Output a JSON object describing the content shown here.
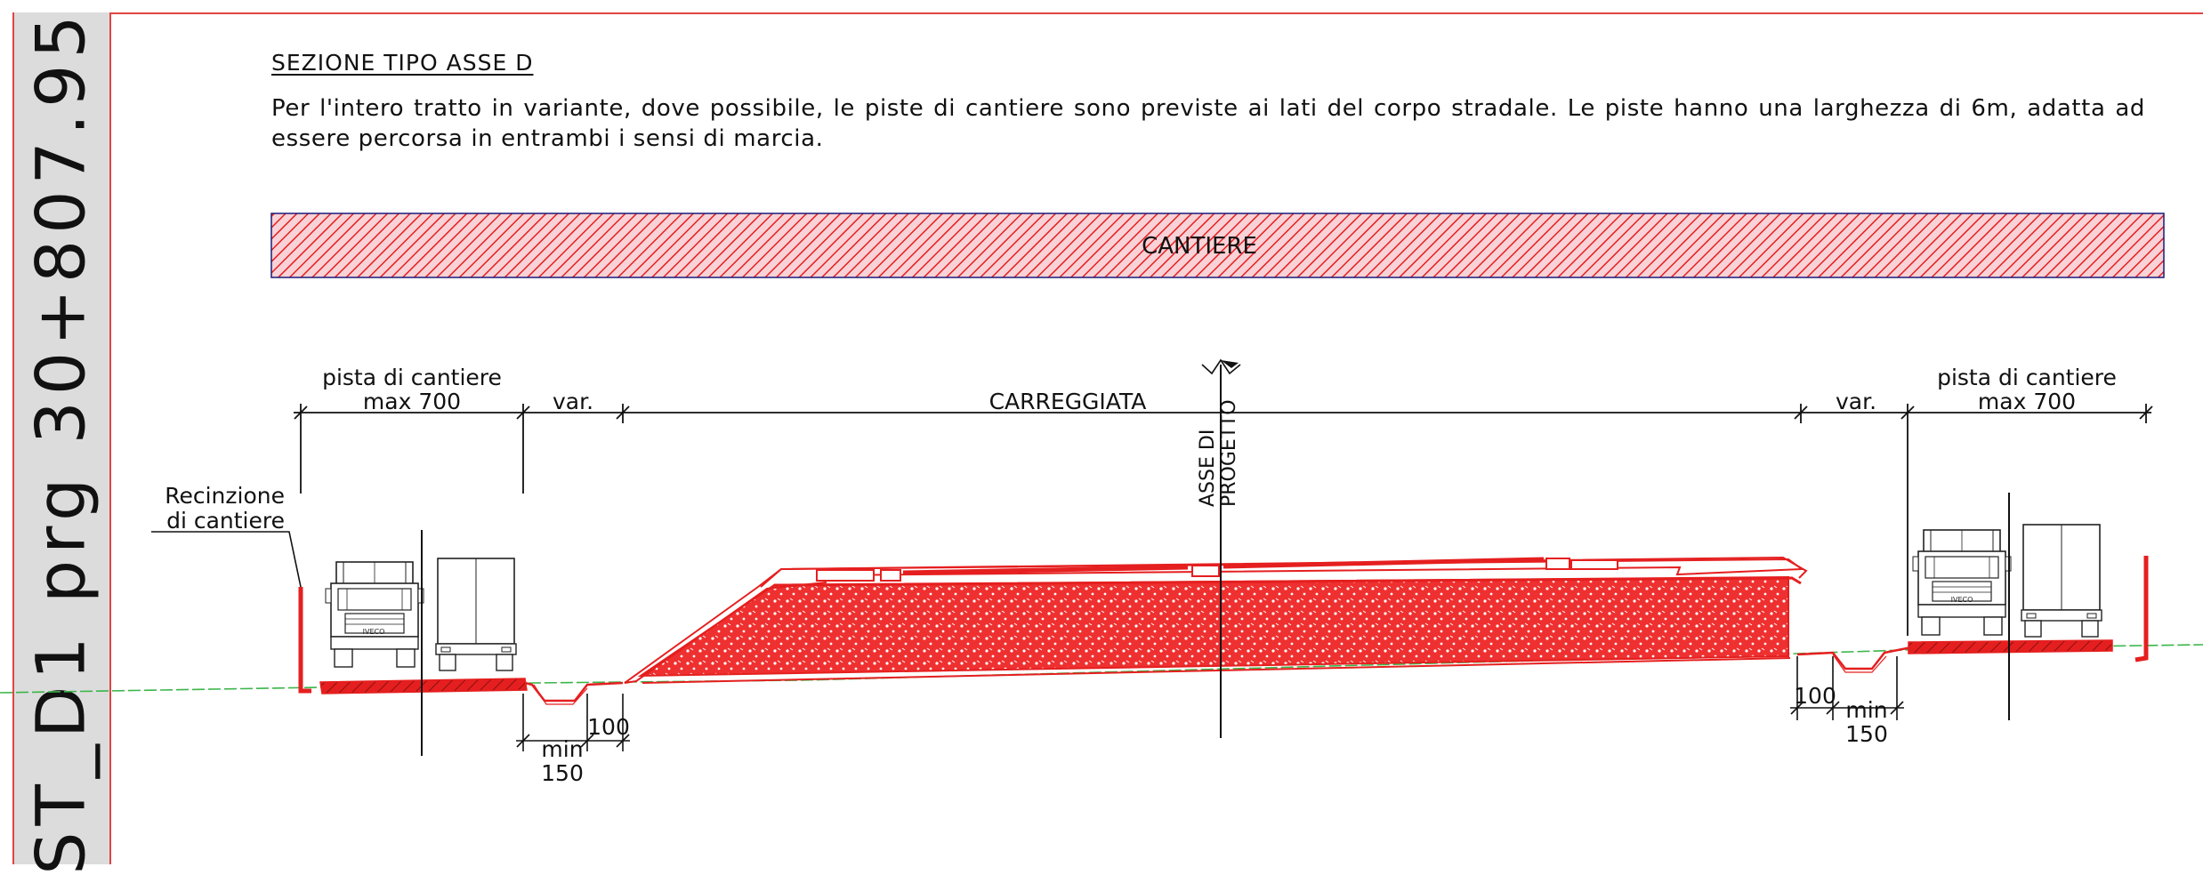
{
  "side_label": "ST_D1 prg 30+807.95",
  "section_title": "SEZIONE TIPO ASSE D",
  "description": "Per l'intero tratto in variante, dove possibile, le piste di cantiere sono previste ai lati del corpo stradale. Le piste hanno una larghezza di 6m, adatta ad essere percorsa in entrambi i sensi di marcia.",
  "banner_label": "CANTIERE",
  "fence_label_line1": "Recinzione",
  "fence_label_line2": "di cantiere",
  "left": {
    "pista_line1": "pista di cantiere",
    "pista_line2": "max 700",
    "var": "var.",
    "dim_100": "100",
    "dim_min": "min",
    "dim_150": "150"
  },
  "right": {
    "pista_line1": "pista di cantiere",
    "pista_line2": "max 700",
    "var": "var.",
    "dim_100": "100",
    "dim_min": "min",
    "dim_150": "150"
  },
  "carriageway_label": "CARREGGIATA",
  "axis_line1": "ASSE DI",
  "axis_line2": "PROGETTO",
  "truck_brand": "IVECO",
  "colors": {
    "red": "#e51f1f",
    "hatch_bg": "#f7c6cc",
    "ground": "#3bb54a",
    "frame": "#e24444",
    "band": "#dcdcdc"
  }
}
